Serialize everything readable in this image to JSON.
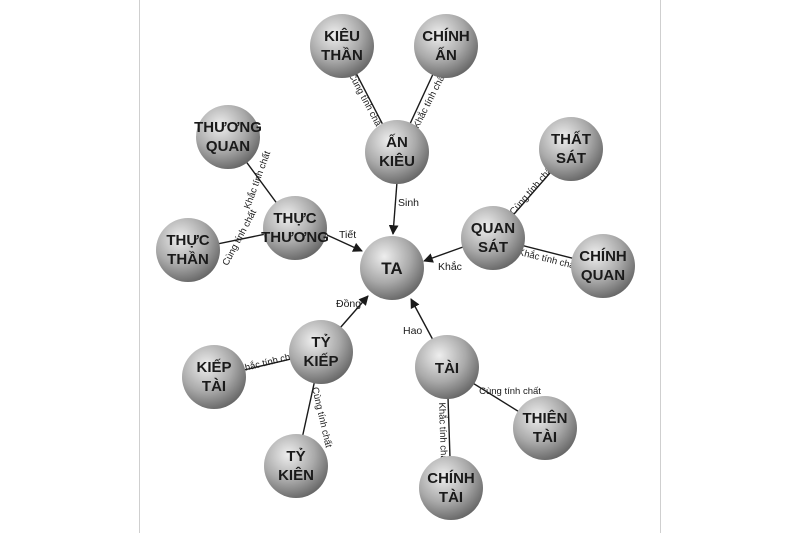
{
  "colors": {
    "node_light": "#eeeeee",
    "node_mid": "#a9a9a9",
    "node_dark": "#5e5e5e",
    "line": "#1a1a1a"
  },
  "center": {
    "label": "TA"
  },
  "relations": {
    "sinh": "Sinh",
    "khac": "Khắc",
    "tiet": "Tiết",
    "dong": "Đồng",
    "hao": "Hao"
  },
  "hubs": {
    "an_kieu": {
      "line1": "ẤN",
      "line2": "KIÊU"
    },
    "quan_sat": {
      "line1": "QUAN",
      "line2": "SÁT"
    },
    "thuc_thuong": {
      "line1": "THỰC",
      "line2": "THƯƠNG"
    },
    "ty_kiep": {
      "line1": "TỶ",
      "line2": "KIẾP"
    },
    "tai": {
      "line1": "TÀI",
      "line2": ""
    }
  },
  "leaves": {
    "kieu_than": {
      "line1": "KIÊU",
      "line2": "THẦN"
    },
    "chinh_an": {
      "line1": "CHÍNH",
      "line2": "ẤN"
    },
    "that_sat": {
      "line1": "THẤT",
      "line2": "SÁT"
    },
    "chinh_quan": {
      "line1": "CHÍNH",
      "line2": "QUAN"
    },
    "thuong_quan": {
      "line1": "THƯƠNG",
      "line2": "QUAN"
    },
    "thuc_than": {
      "line1": "THỰC",
      "line2": "THẦN"
    },
    "kiep_tai": {
      "line1": "KIẾP",
      "line2": "TÀI"
    },
    "ty_kien": {
      "line1": "TỶ",
      "line2": "KIÊN"
    },
    "thien_tai": {
      "line1": "THIÊN",
      "line2": "TÀI"
    },
    "chinh_tai": {
      "line1": "CHÍNH",
      "line2": "TÀI"
    }
  },
  "edge_labels": {
    "cung": "Cùng tính chất",
    "khac": "Khắc tính chất"
  }
}
